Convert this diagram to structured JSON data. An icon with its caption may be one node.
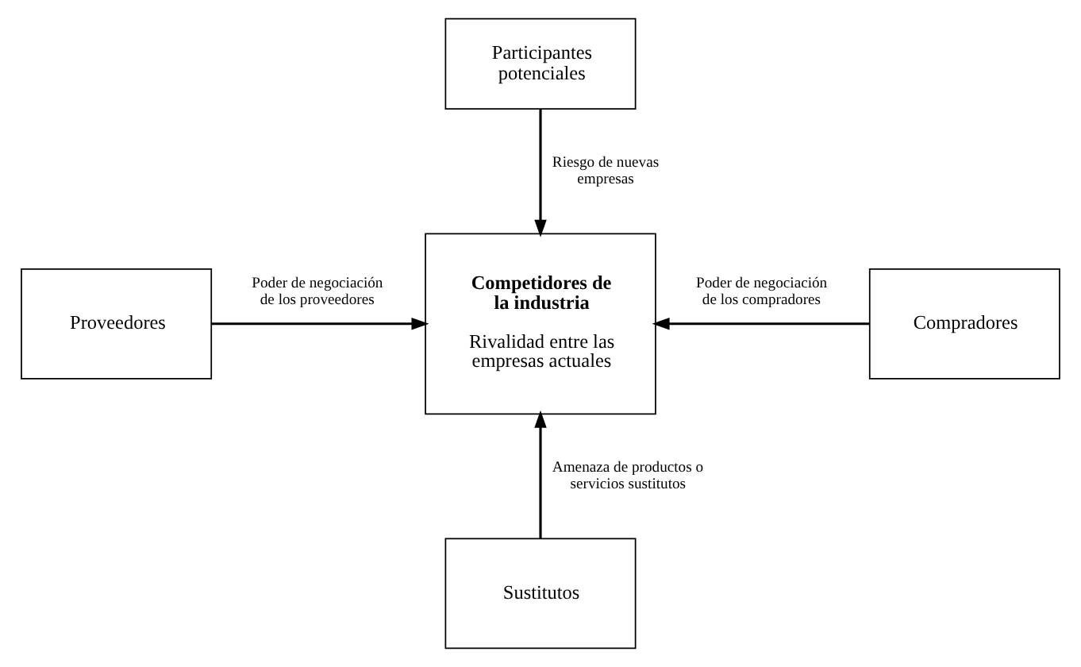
{
  "diagram": {
    "nodes": [
      {
        "text": [
          "Participantes potenciales"
        ]
      },
      {
        "text": [
          "Proveedores"
        ]
      },
      {
        "text": [
          "Competidores de la industria",
          "Rivalidad entre las empresas actuales"
        ]
      },
      {
        "text": [
          "Compradores"
        ]
      },
      {
        "text": [
          "Sustitutos"
        ]
      }
    ],
    "edges": [
      {
        "from": 0,
        "to": 2,
        "arrow": "to",
        "label": "Riesgo de nuevas empresas"
      },
      {
        "from": 1,
        "to": 2,
        "arrow": "to",
        "label": "Poder de negociación de los proveedores"
      },
      {
        "from": 3,
        "to": 2,
        "arrow": "to",
        "label": "Poder de negociación de los compradores"
      },
      {
        "from": 4,
        "to": 2,
        "arrow": "to",
        "label": "Amenaza de productos o servicios sustitutos"
      }
    ]
  }
}
